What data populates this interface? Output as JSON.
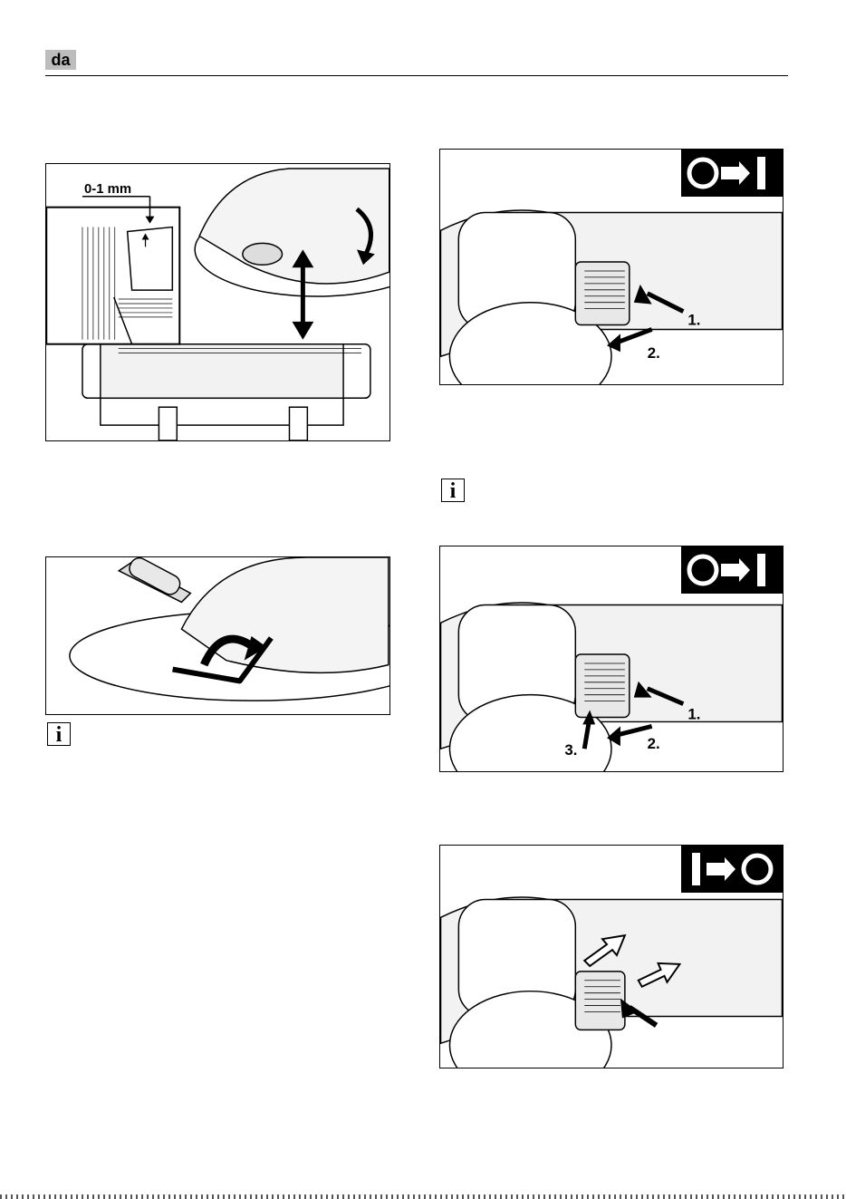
{
  "header": {
    "language_code": "da"
  },
  "figures": {
    "guard_gap": {
      "gap_label": "0-1 mm"
    },
    "switch_on_1": {
      "step1": "1.",
      "step2": "2."
    },
    "switch_on_lock": {
      "step1": "1.",
      "step2": "2.",
      "step3": "3."
    }
  },
  "info_icon_glyph": "i"
}
